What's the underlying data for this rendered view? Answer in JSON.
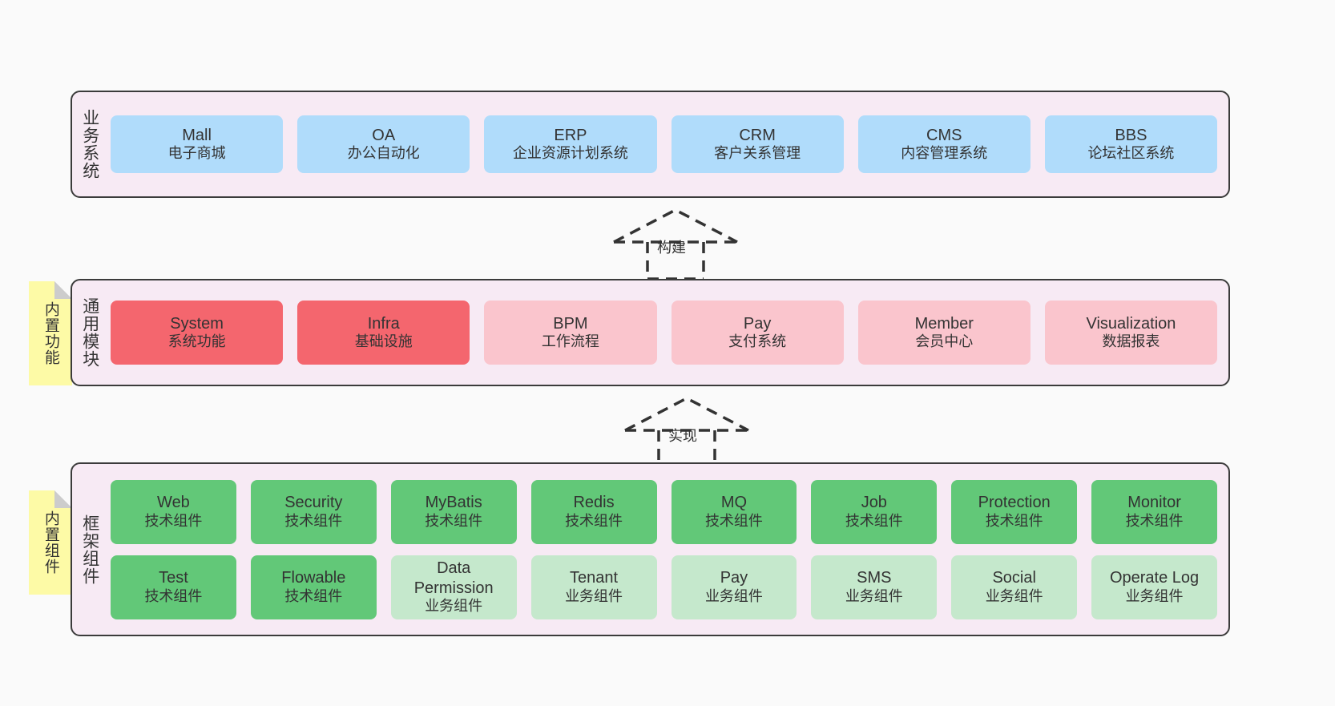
{
  "diagram": {
    "background_color": "#fafafa",
    "panel_color": "#f7eaf4",
    "border_color": "#3b3b3b"
  },
  "notes": [
    {
      "id": "builtin-features",
      "text": "内置功能",
      "color": "#fdfaa6"
    },
    {
      "id": "builtin-components",
      "text": "内置组件",
      "color": "#fdfaa6"
    }
  ],
  "connectors": [
    {
      "id": "build",
      "label": "构建",
      "style": "dashed-hollow-triangle"
    },
    {
      "id": "implement",
      "label": "实现",
      "style": "dashed-hollow-triangle"
    }
  ],
  "layers": [
    {
      "id": "business",
      "title": "业务系统",
      "color": "#b0dcfb",
      "rows": [
        [
          {
            "name": "Mall",
            "desc": "电子商城",
            "color": "#b0dcfb"
          },
          {
            "name": "OA",
            "desc": "办公自动化",
            "color": "#b0dcfb"
          },
          {
            "name": "ERP",
            "desc": "企业资源计划系统",
            "color": "#b0dcfb"
          },
          {
            "name": "CRM",
            "desc": "客户关系管理",
            "color": "#b0dcfb"
          },
          {
            "name": "CMS",
            "desc": "内容管理系统",
            "color": "#b0dcfb"
          },
          {
            "name": "BBS",
            "desc": "论坛社区系统",
            "color": "#b0dcfb"
          }
        ]
      ]
    },
    {
      "id": "modules",
      "title": "通用模块",
      "color": "#fac5cd",
      "rows": [
        [
          {
            "name": "System",
            "desc": "系统功能",
            "color": "#f4666e"
          },
          {
            "name": "Infra",
            "desc": "基础设施",
            "color": "#f4666e"
          },
          {
            "name": "BPM",
            "desc": "工作流程",
            "color": "#fac5cd"
          },
          {
            "name": "Pay",
            "desc": "支付系统",
            "color": "#fac5cd"
          },
          {
            "name": "Member",
            "desc": "会员中心",
            "color": "#fac5cd"
          },
          {
            "name": "Visualization",
            "desc": "数据报表",
            "color": "#fac5cd"
          }
        ]
      ]
    },
    {
      "id": "framework",
      "title": "框架组件",
      "color": "#62c878",
      "rows": [
        [
          {
            "name": "Web",
            "desc": "技术组件",
            "color": "#62c878"
          },
          {
            "name": "Security",
            "desc": "技术组件",
            "color": "#62c878"
          },
          {
            "name": "MyBatis",
            "desc": "技术组件",
            "color": "#62c878"
          },
          {
            "name": "Redis",
            "desc": "技术组件",
            "color": "#62c878"
          },
          {
            "name": "MQ",
            "desc": "技术组件",
            "color": "#62c878"
          },
          {
            "name": "Job",
            "desc": "技术组件",
            "color": "#62c878"
          },
          {
            "name": "Protection",
            "desc": "技术组件",
            "color": "#62c878"
          },
          {
            "name": "Monitor",
            "desc": "技术组件",
            "color": "#62c878"
          }
        ],
        [
          {
            "name": "Test",
            "desc": "技术组件",
            "color": "#62c878"
          },
          {
            "name": "Flowable",
            "desc": "技术组件",
            "color": "#62c878"
          },
          {
            "name": "Data Permission",
            "desc": "业务组件",
            "color": "#c5e8cc"
          },
          {
            "name": "Tenant",
            "desc": "业务组件",
            "color": "#c5e8cc"
          },
          {
            "name": "Pay",
            "desc": "业务组件",
            "color": "#c5e8cc"
          },
          {
            "name": "SMS",
            "desc": "业务组件",
            "color": "#c5e8cc"
          },
          {
            "name": "Social",
            "desc": "业务组件",
            "color": "#c5e8cc"
          },
          {
            "name": "Operate Log",
            "desc": "业务组件",
            "color": "#c5e8cc"
          }
        ]
      ]
    }
  ]
}
